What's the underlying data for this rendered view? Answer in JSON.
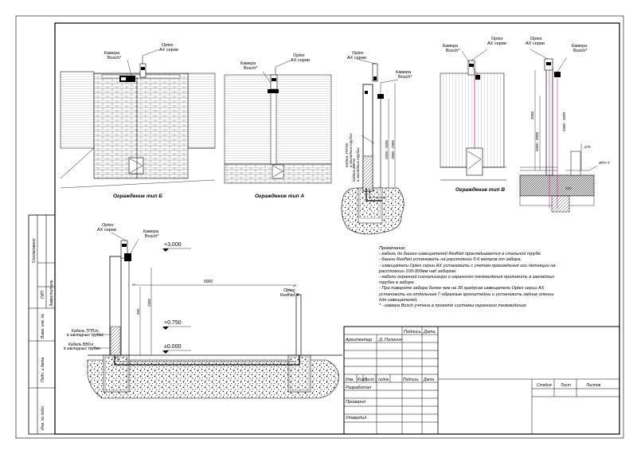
{
  "labels": {
    "optex_ax": [
      "Optex",
      "AX серии"
    ],
    "camera_bosch": [
      "Камера",
      "Bosch*"
    ],
    "optex_rednet": [
      "Optex",
      "RedNet 4"
    ],
    "fence_b": "Ограждение тип Б",
    "fence_a": "Ограждение тип А",
    "fence_v": "Ограждение тип В",
    "cable_vvg_vert": [
      "Кабель ВВГнг",
      "в закладных трубах"
    ],
    "cable_ttp_vert": [
      "Кабель ТППэп",
      "в закладных трубах"
    ],
    "cable_ttp": [
      "Кабель ТППэп",
      "в закладных трубах"
    ],
    "cable_vvg": [
      "Кабель ВВГнг",
      "в закладных трубах"
    ],
    "elev_3000": "+3.000",
    "elev_0750": "+0.750",
    "elev_0000": "±0.000",
    "dim_5000": "5000",
    "dim_950": "950",
    "dim_2500": "2500",
    "dim_2550_2600": "2550 - 2600",
    "dim_2800_2900": "2800 - 2900",
    "dim_3000": "3000",
    "dim_2500_3000": "2500 - 3000",
    "dim_2500_3500": "2500 - 3500",
    "dim_270": "270",
    "dim_210": "210",
    "pipe_label": "ИРП-T"
  },
  "notes": {
    "title": "Примечание:",
    "lines": [
      "- кабель до башен извещателей RedNet прокладывается в стальной трубе.",
      "- башни RedNet установить на расстоянии 5-6 метров от забора.",
      "- извещатели Optex серии AX установить с учетом прохождения оси детекции на",
      "расстоянии 100-300мм над забором.",
      "- кабели охранной сигнализации и охранного телевидения проложить в закладных",
      "трубах в заборе.",
      "- При повороте забора более чем на 30 градусов извещатели Optex серии AX",
      "установить на отдельные Г-образные кронштейны и установить задние опении",
      "для извещателей.",
      "* - камера Bosch учтена в проекте системы охранного телевидения."
    ]
  },
  "title_block": {
    "architect_role": "Архитектор",
    "architect_name": "Д. Пологич",
    "sign": "Подпись",
    "date": "Дата",
    "izm": "Изм.",
    "kol_uch": "Кол.у",
    "list": "Лист",
    "ndok": "№док",
    "razrabotal": "Разработал",
    "proveril": "Проверил",
    "utverdil": "Утвердил",
    "stadiya": "Стадия",
    "list_col": "Лист",
    "listov": "Листов"
  },
  "side_stamp": {
    "soglasovano": "Согласовано",
    "gip": "ГИП",
    "zamestitel": "Заместитель",
    "vzam_inv": "Взам. инв. №",
    "podp_data": "Подп. и дата",
    "inv_podl": "Инв. № подл."
  }
}
